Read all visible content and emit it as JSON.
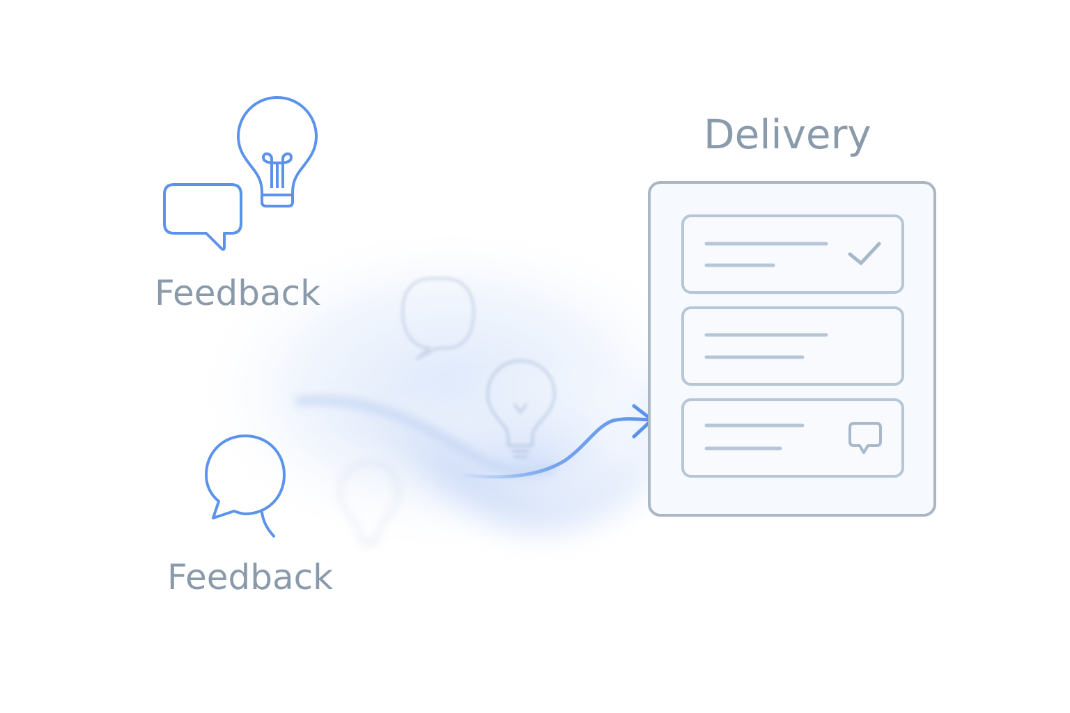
{
  "feedback_group_top": {
    "label": "Feedback",
    "icons": [
      "speech-bubble-icon",
      "lightbulb-icon"
    ]
  },
  "feedback_group_bottom": {
    "label": "Feedback",
    "icons": [
      "round-speech-bubble-icon"
    ]
  },
  "flow": {
    "faded_icons": [
      "speech-bubble-icon",
      "lightbulb-icon",
      "lightbulb-icon"
    ],
    "arrow_icon": "arrow-right-icon"
  },
  "delivery": {
    "label": "Delivery",
    "cards": [
      {
        "status_icon": "checkmark-icon"
      },
      {
        "status_icon": ""
      },
      {
        "status_icon": "comment-icon"
      }
    ]
  },
  "colors": {
    "accent_blue": "#5b93ea",
    "label_gray": "#8a9aab",
    "panel_border": "#a9b6c3",
    "card_border": "#b6c6d6"
  }
}
